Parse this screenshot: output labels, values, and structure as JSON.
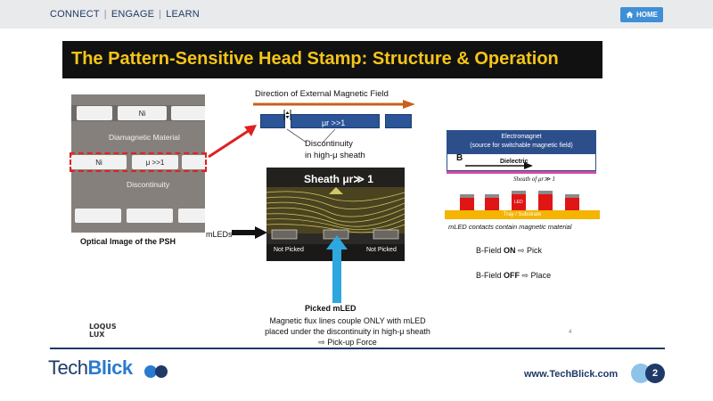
{
  "nav": {
    "connect": "CONNECT",
    "engage": "ENGAGE",
    "learn": "LEARN",
    "sep": "|",
    "home": "HOME"
  },
  "slide": {
    "title": "The Pattern-Sensitive Head Stamp: Structure & Operation",
    "optical": {
      "ni_top": "Ni",
      "diamagnetic": "Diamagnetic Material",
      "ni_mid": "Ni",
      "mu": "μ >>1",
      "discontinuity": "Discontinuity",
      "caption": "Optical Image of the PSH"
    },
    "field_label": "Direction of External Magnetic Field",
    "mu_r": "μr >>1",
    "disc_label_1": "Discontinuity",
    "disc_label_2": "in high-μ sheath",
    "sheath_label": "Sheath μr≫ 1",
    "not_picked_left": "Not Picked",
    "not_picked_right": "Not Picked",
    "mleds_label": "mLEDs",
    "picked_label": "Picked mLED",
    "flux_line_1": "Magnetic flux lines couple ONLY with mLED",
    "flux_line_2": "placed under the discontinuity in high-μ sheath",
    "flux_line_3": "⇨ Pick-up Force",
    "em_line_1": "Electromagnet",
    "em_line_2": "(source for switchable magnetic field)",
    "b_label": "B",
    "dielectric": "Dielectric",
    "sheath_small": "Sheath of μr≫ 1",
    "led_label": "LED",
    "tray": "Tray / Substrate",
    "contact_text": "mLED contacts contain magnetic material",
    "bfield_on_pre": "B-Field ",
    "bfield_on_state": "ON",
    "bfield_on_action": " ⇨ Pick",
    "bfield_off_pre": "B-Field ",
    "bfield_off_state": "OFF",
    "bfield_off_action": " ⇨ Place",
    "logo_text": "LOQUS LUX",
    "page_num": "4"
  },
  "footer": {
    "logo_tech": "Tech",
    "logo_blick": "Blick",
    "site": "www.TechBlick.com",
    "page": "2"
  },
  "colors": {
    "title_fg": "#f5c518",
    "brand_navy": "#1f3a68",
    "accent_blue": "#3f8fd6",
    "arrow_red": "#e02020",
    "field_arrow": "#c8601e"
  }
}
